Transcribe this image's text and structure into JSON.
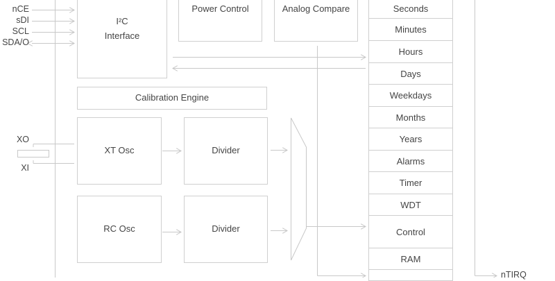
{
  "pins": {
    "nce": "nCE",
    "sdi": "sDI",
    "scl": "SCL",
    "sdao": "SDA/O",
    "xo": "XO",
    "xi": "XI",
    "ntirq": "nTIRQ"
  },
  "blocks": {
    "i2c_line1": "I²C",
    "i2c_line2": "Interface",
    "power_control": "Power Control",
    "analog_compare": "Analog Compare",
    "calibration_engine": "Calibration Engine",
    "xt_osc": "XT Osc",
    "rc_osc": "RC Osc",
    "divider_top": "Divider",
    "divider_bottom": "Divider"
  },
  "registers": [
    "Seconds",
    "Minutes",
    "Hours",
    "Days",
    "Weekdays",
    "Months",
    "Years",
    "Alarms",
    "Timer",
    "WDT",
    "Control",
    "RAM"
  ]
}
